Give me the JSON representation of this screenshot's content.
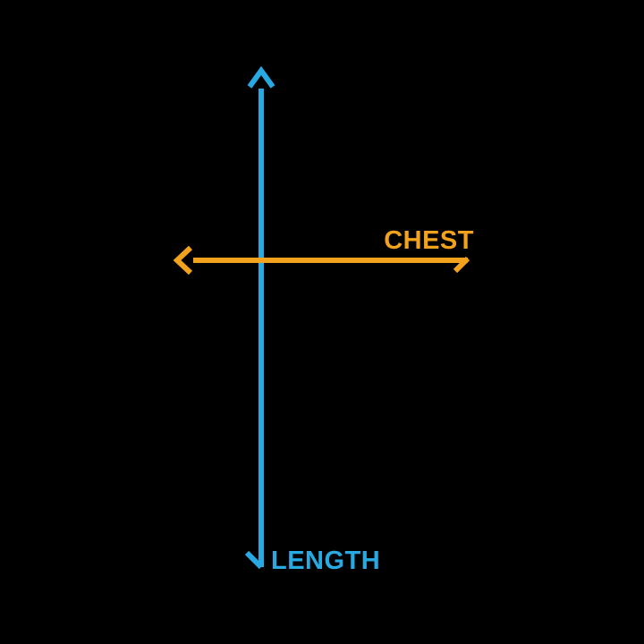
{
  "labels": {
    "chest": "CHEST",
    "length": "LENGTH"
  },
  "colors": {
    "background": "#000000",
    "chest": "#F2A21C",
    "length": "#29A9E2"
  },
  "arrows": [
    {
      "id": "length",
      "label": "LENGTH",
      "orientation": "vertical",
      "color": "#29A9E2"
    },
    {
      "id": "chest",
      "label": "CHEST",
      "orientation": "horizontal",
      "color": "#F2A21C"
    }
  ]
}
